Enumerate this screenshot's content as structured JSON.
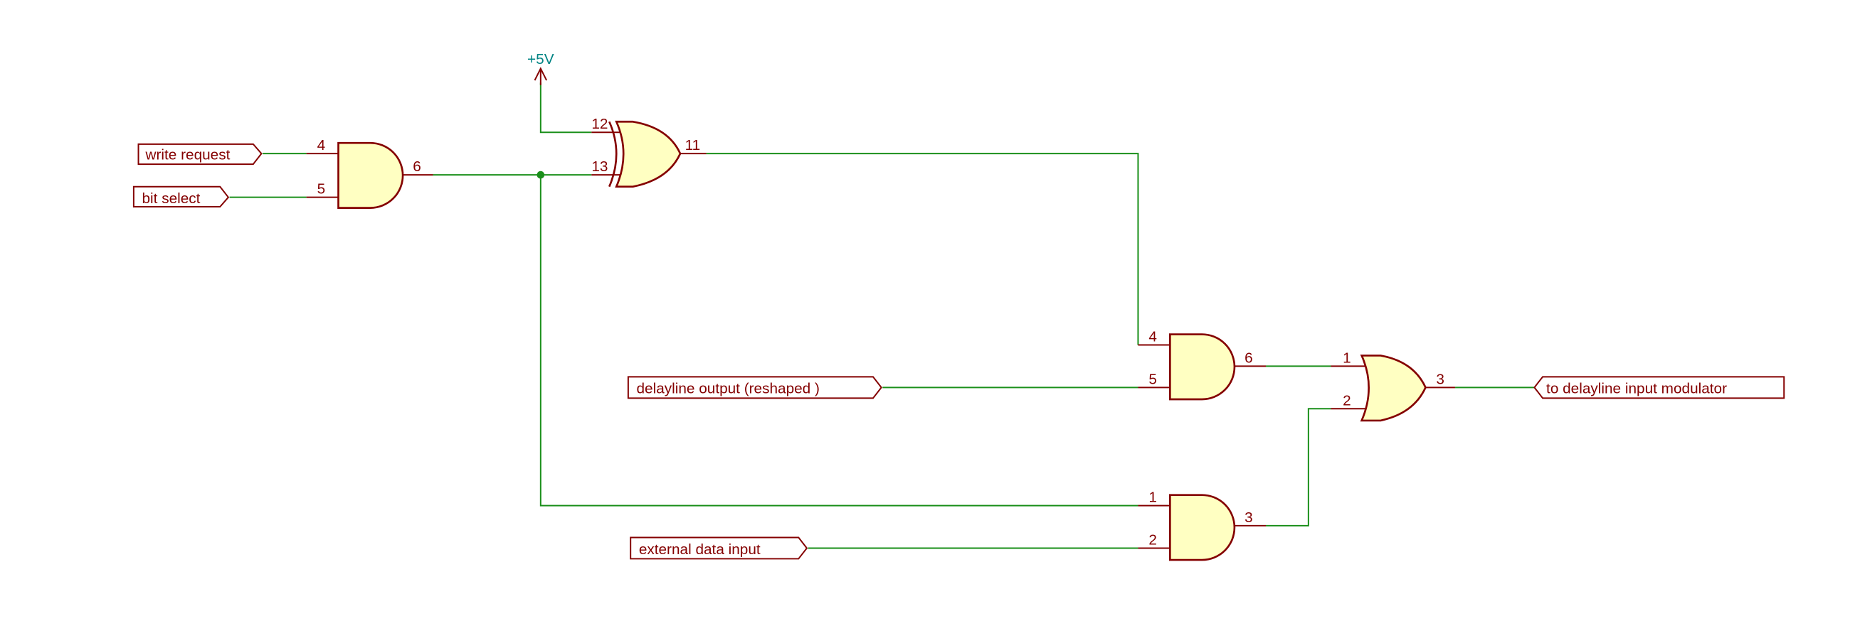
{
  "power": {
    "name": "+5V"
  },
  "labels": {
    "write_request": "write request",
    "bit_select": "bit select",
    "delayline_output": "delayline output (reshaped )",
    "external_data": "external data input",
    "to_modulator": "to delayline input modulator"
  },
  "gates": {
    "and1": {
      "in_a": "4",
      "in_b": "5",
      "out": "6"
    },
    "xor": {
      "in_a": "12",
      "in_b": "13",
      "out": "11"
    },
    "and2": {
      "in_a": "4",
      "in_b": "5",
      "out": "6"
    },
    "or": {
      "in_a": "1",
      "in_b": "2",
      "out": "3"
    },
    "and3": {
      "in_a": "1",
      "in_b": "2",
      "out": "3"
    }
  },
  "colors": {
    "component": "#840000",
    "fill": "#ffffc2",
    "wire": "#1a8f1a",
    "power": "#008484"
  }
}
